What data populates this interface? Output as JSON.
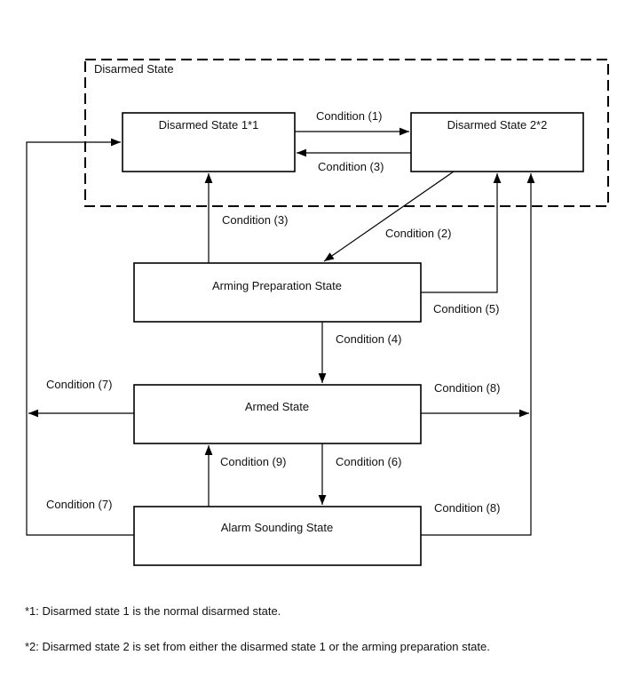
{
  "group": {
    "label": "Disarmed State"
  },
  "states": {
    "disarmed1": "Disarmed State 1*1",
    "disarmed2": "Disarmed State 2*2",
    "arming_prep": "Arming Preparation State",
    "armed": "Armed State",
    "alarm": "Alarm Sounding State"
  },
  "conditions": {
    "c1": "Condition (1)",
    "c2": "Condition (2)",
    "c3_top": "Condition (3)",
    "c3_left": "Condition (3)",
    "c4": "Condition (4)",
    "c5": "Condition (5)",
    "c6": "Condition (6)",
    "c7_upper": "Condition (7)",
    "c7_lower": "Condition (7)",
    "c8_upper": "Condition (8)",
    "c8_lower": "Condition (8)",
    "c9": "Condition (9)"
  },
  "notes": {
    "n1": "*1: Disarmed state 1 is the normal disarmed state.",
    "n2": "*2: Disarmed state 2 is set from either the disarmed state 1 or the arming preparation state."
  }
}
